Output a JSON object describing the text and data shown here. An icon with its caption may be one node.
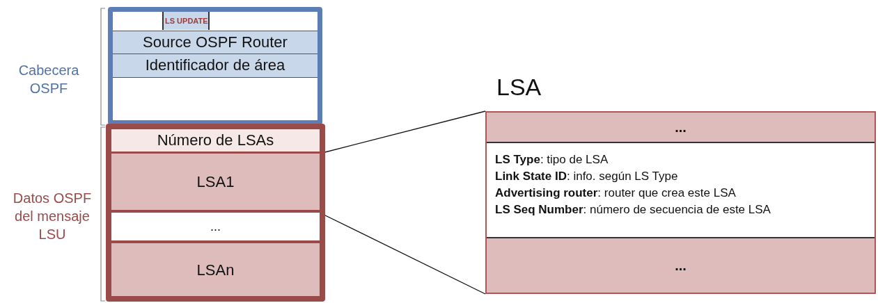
{
  "diagram": {
    "nodes": [
      {
        "text": [],
        "shape": "box",
        "beside": [
          "Cabecera OSPF"
        ]
      },
      {
        "text": [
          "LS UPDATE"
        ],
        "in": 0
      },
      {
        "text": [
          "Source OSPF Router"
        ],
        "in": 0
      },
      {
        "text": [
          "Identificador de área"
        ],
        "in": 0
      },
      {
        "text": [],
        "shape": "box",
        "beside": [
          "Datos OSPF del mensaje LSU"
        ]
      },
      {
        "text": [
          "Número de LSAs"
        ],
        "in": 4
      },
      {
        "text": [
          "LSA1"
        ],
        "in": 4
      },
      {
        "text": [
          "..."
        ],
        "in": 4
      },
      {
        "text": [
          "LSAn"
        ],
        "in": 4
      },
      {
        "text": [
          "LSA"
        ]
      },
      {
        "text": [
          "..."
        ],
        "in": 9
      },
      {
        "text": [
          "**LS Type**: tipo de LSA",
          "**Link State ID**: info. según LS Type",
          "**Advertising router**: router que crea este LSA",
          "**LS Seq Number**: número de secuencia de este LSA"
        ],
        "in": 9
      },
      {
        "text": [
          "..."
        ],
        "in": 9
      }
    ],
    "edges": [
      {
        "from": 6,
        "to": 9,
        "arrow": "none"
      },
      {
        "from": 6,
        "to": 9,
        "arrow": "none"
      }
    ]
  }
}
